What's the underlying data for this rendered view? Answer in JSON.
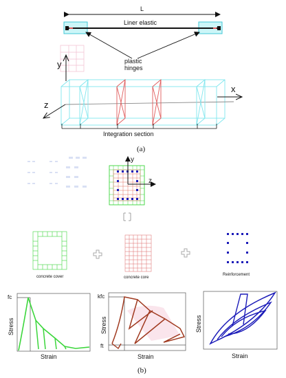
{
  "part_a": {
    "length_label": "L",
    "element_label": "Liner elastic",
    "hinges_label_line1": "plastic",
    "hinges_label_line2": "hinges",
    "axis_y": "y",
    "axis_x": "x",
    "axis_z": "z",
    "integration_label": "Integration section",
    "caption": "(a)"
  },
  "section": {
    "axis_y": "y",
    "axis_z": "z"
  },
  "components": {
    "cover_label": "concrete cover",
    "core_label": "concrete core",
    "reinforcement_label": "Reinforcement"
  },
  "curves": {
    "cover": {
      "y_label": "Stress",
      "x_label": "Strain",
      "peak_label": "fc"
    },
    "core": {
      "y_label": "Stress",
      "x_label": "Strain",
      "peak_label": "kfc",
      "tension_label": "ft"
    },
    "steel": {
      "y_label": "Stress",
      "x_label": "Strain"
    },
    "caption": "(b)"
  },
  "colors": {
    "cover": "#3bd63b",
    "core": "#a03a20",
    "steel": "#1a1ab8",
    "element": "#7fe6ee",
    "hinge_plane": "#e05a5a"
  }
}
